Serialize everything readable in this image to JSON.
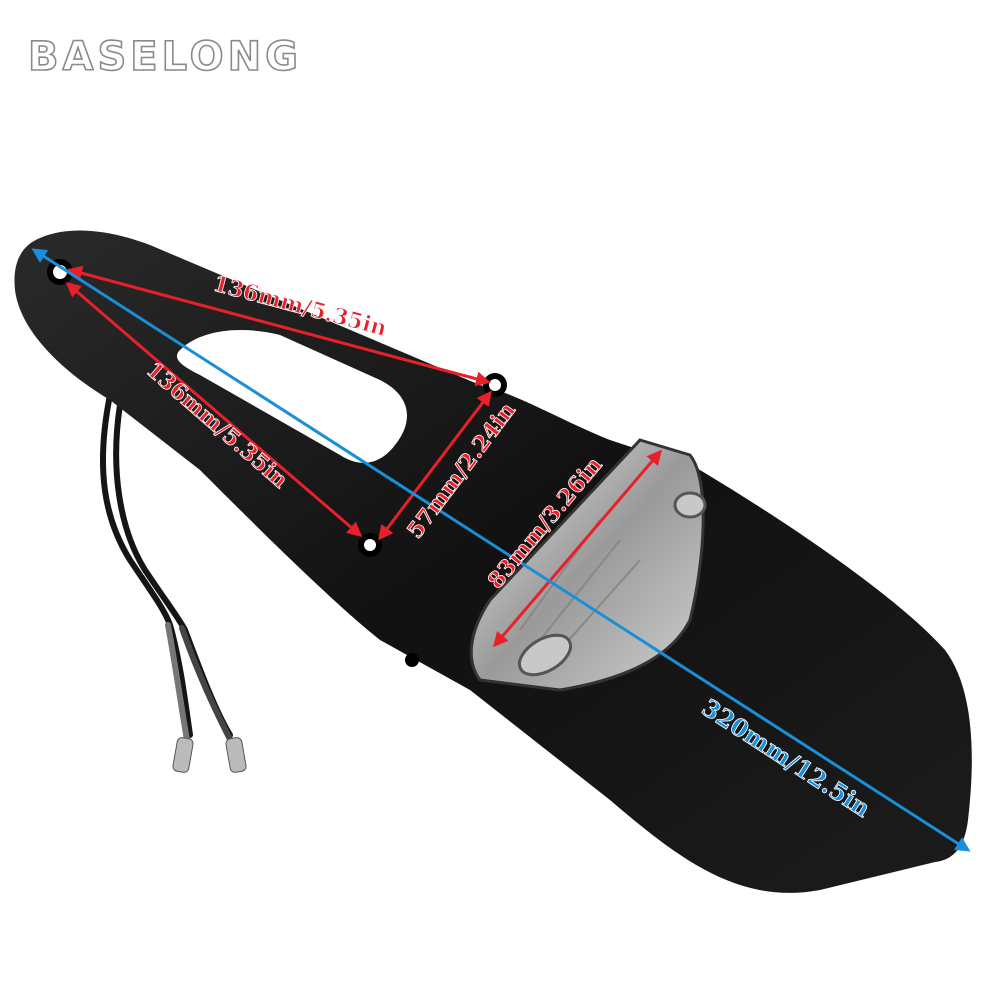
{
  "brand": {
    "name": "BASELONG"
  },
  "dimensions": {
    "top_span": "136mm/5.35in",
    "left_span": "136mm/5.35in",
    "hole_gap": "57mm/2.24in",
    "lamp_width": "83mm/3.26in",
    "total_length": "320mm/12.5in"
  },
  "colors": {
    "dimension_red": "#e8202a",
    "dimension_blue": "#1a8fd8",
    "fender": "#141414"
  }
}
